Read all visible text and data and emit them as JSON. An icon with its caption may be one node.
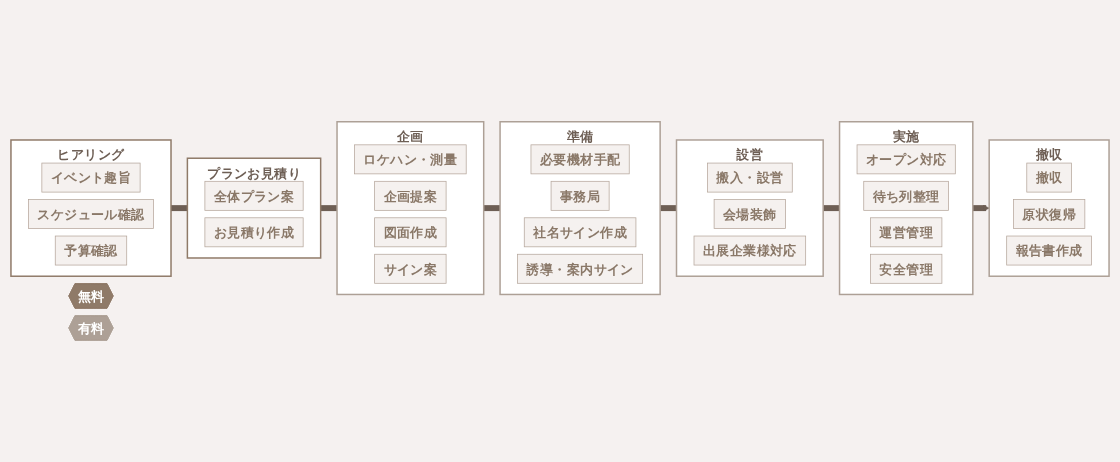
{
  "diagram": {
    "nodes": [
      {
        "text": [
          "ヒアリング"
        ]
      },
      {
        "text": [
          "イベント趣旨"
        ],
        "in": 0
      },
      {
        "text": [
          "スケジュール確認"
        ],
        "in": 0
      },
      {
        "text": [
          "予算確認"
        ],
        "in": 0
      },
      {
        "text": [
          "プランお見積り"
        ]
      },
      {
        "text": [
          "全体プラン案"
        ],
        "in": 4
      },
      {
        "text": [
          "お見積り作成"
        ],
        "in": 4
      },
      {
        "text": [
          "企画"
        ]
      },
      {
        "text": [
          "ロケハン・測量"
        ],
        "in": 7
      },
      {
        "text": [
          "企画提案"
        ],
        "in": 7
      },
      {
        "text": [
          "図面作成"
        ],
        "in": 7
      },
      {
        "text": [
          "サイン案"
        ],
        "in": 7
      },
      {
        "text": [
          "準備"
        ]
      },
      {
        "text": [
          "必要機材手配"
        ],
        "in": 12
      },
      {
        "text": [
          "事務局"
        ],
        "in": 12
      },
      {
        "text": [
          "社名サイン作成"
        ],
        "in": 12
      },
      {
        "text": [
          "誘導・案内サイン"
        ],
        "in": 12
      },
      {
        "text": [
          "設営"
        ]
      },
      {
        "text": [
          "搬入・設営"
        ],
        "in": 17
      },
      {
        "text": [
          "会場装飾"
        ],
        "in": 17
      },
      {
        "text": [
          "出展企業様対応"
        ],
        "in": 17
      },
      {
        "text": [
          "実施"
        ]
      },
      {
        "text": [
          "オープン対応"
        ],
        "in": 21
      },
      {
        "text": [
          "待ち列整理"
        ],
        "in": 21
      },
      {
        "text": [
          "運営管理"
        ],
        "in": 21
      },
      {
        "text": [
          "安全管理"
        ],
        "in": 21
      },
      {
        "text": [
          "撤収"
        ]
      },
      {
        "text": [
          "撤収"
        ],
        "in": 26
      },
      {
        "text": [
          "原状復帰"
        ],
        "in": 26
      },
      {
        "text": [
          "報告書作成"
        ],
        "in": 26
      },
      {
        "text": [
          "無料"
        ]
      },
      {
        "text": [
          "有料"
        ]
      }
    ],
    "edges": [
      {
        "from": 0,
        "to": 4,
        "arrow": "none"
      },
      {
        "from": 4,
        "to": 7,
        "arrow": "none"
      },
      {
        "from": 7,
        "to": 12,
        "arrow": "none"
      },
      {
        "from": 12,
        "to": 17,
        "arrow": "none"
      },
      {
        "from": 17,
        "to": 21,
        "arrow": "none"
      },
      {
        "from": 21,
        "to": 26,
        "arrow": "to"
      }
    ]
  }
}
